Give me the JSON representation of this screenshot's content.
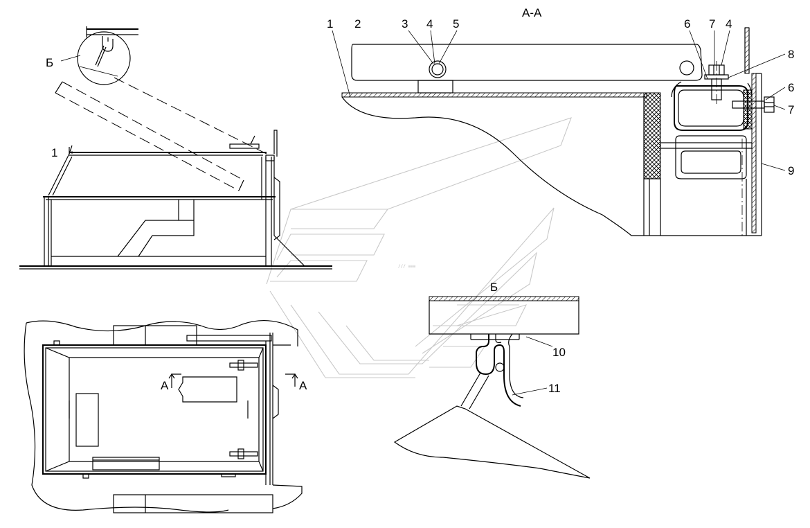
{
  "section_labels": {
    "section_aa": "А-А",
    "detail_b": "Б",
    "callout_b": "Б",
    "cut_left": "А",
    "cut_right": "А"
  },
  "callouts": {
    "side_view_1": "1",
    "aa_1": "1",
    "aa_2": "2",
    "aa_3": "3",
    "aa_4a": "4",
    "aa_5": "5",
    "aa_6a": "6",
    "aa_7a": "7",
    "aa_4b": "4",
    "aa_8": "8",
    "aa_6b": "6",
    "aa_7b": "7",
    "aa_9": "9",
    "b_10": "10",
    "b_11": "11"
  }
}
